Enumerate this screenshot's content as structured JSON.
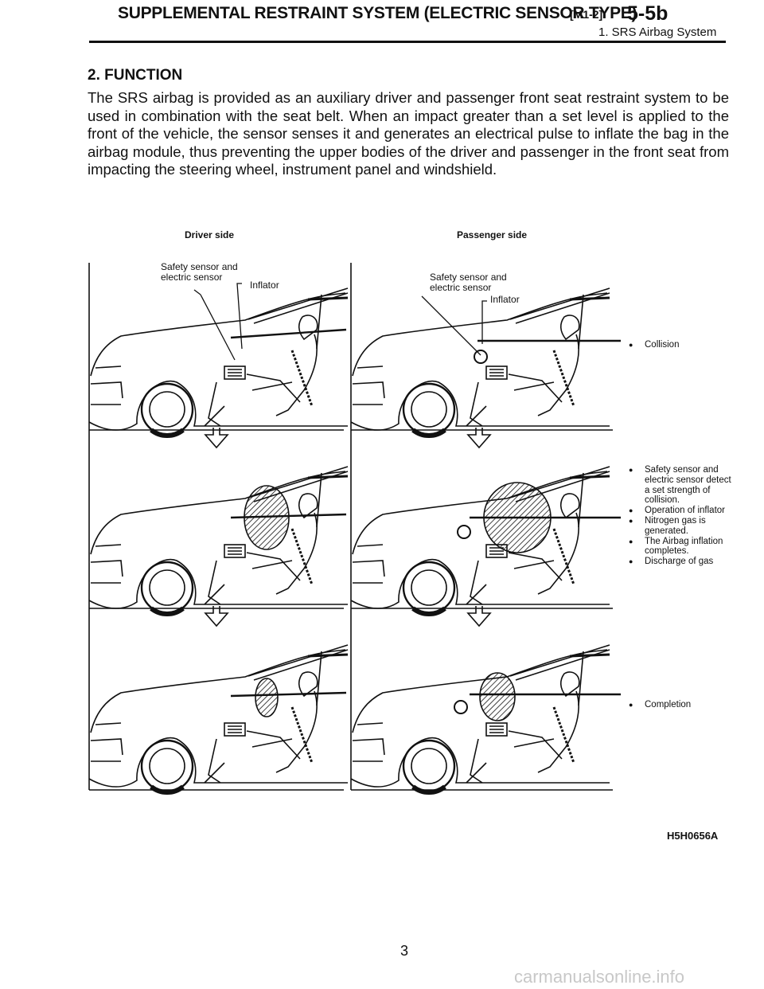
{
  "header": {
    "title": "SUPPLEMENTAL RESTRAINT SYSTEM (ELECTRIC SENSOR TYPE)",
    "code": "[M1-2]",
    "section_number": "5-5b",
    "subtitle": "1. SRS Airbag System"
  },
  "section": {
    "title": "2. FUNCTION",
    "body": "The SRS airbag is provided as an auxiliary driver and passenger front seat restraint system to be used in combination with the seat belt. When an impact greater than a set level is applied to the front of the vehicle, the sensor senses it and generates an electrical pulse to inflate the bag in the airbag module, thus preventing the upper bodies of the driver and passenger in the front seat from impacting the steering wheel, instrument panel and windshield."
  },
  "figure": {
    "driver_label": "Driver side",
    "passenger_label": "Passenger side",
    "driver_sensor_label": "Safety sensor and electric sensor",
    "driver_inflator_label": "Inflator",
    "passenger_sensor_label": "Safety sensor and electric sensor",
    "passenger_inflator_label": "Inflator",
    "stages": [
      {
        "notes": [
          "Collision"
        ]
      },
      {
        "notes": [
          "Safety sensor and electric sensor detect a set strength of collision.",
          "Operation of inflator",
          "Nitrogen gas is generated.",
          "The Airbag inflation completes.",
          "Discharge of gas"
        ]
      },
      {
        "notes": [
          "Completion"
        ]
      }
    ],
    "code": "H5H0656A"
  },
  "page_number": "3",
  "watermark": "carmanualsonline.info"
}
